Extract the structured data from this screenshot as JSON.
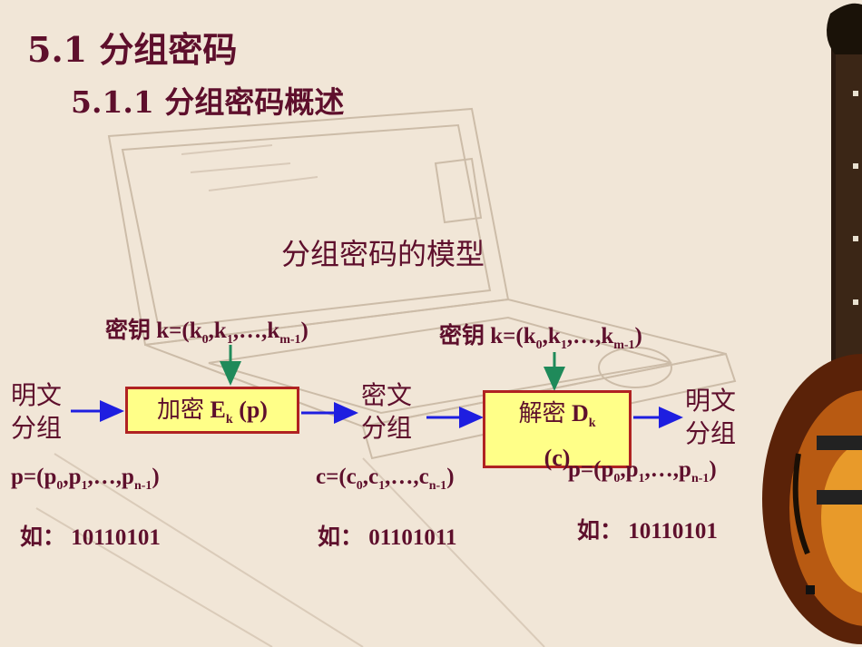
{
  "slide": {
    "title": "5.1  分组密码",
    "subtitle": "5.1.1  分组密码概述",
    "model_title": "分组密码的模型"
  },
  "key_left": {
    "label": "密钥",
    "expr": "k=(k",
    "s0": "0",
    "mid": ",k",
    "s1": "1",
    "dots": ",…,k",
    "sm": "m-1",
    "close": ")"
  },
  "key_right": {
    "label": "密钥",
    "expr": "k=(k",
    "s0": "0",
    "mid": ",k",
    "s1": "1",
    "dots": ",…,k",
    "sm": "m-1",
    "close": ")"
  },
  "plaintext_in": {
    "line1": "明文",
    "line2": "分组"
  },
  "ciphertext": {
    "line1": "密文",
    "line2": "分组"
  },
  "plaintext_out": {
    "line1": "明文",
    "line2": "分组"
  },
  "encrypt_box": {
    "cn": "加密",
    "letter": "E",
    "sub": "k",
    "arg": " (p)"
  },
  "decrypt_box": {
    "cn": "解密",
    "letter": "D",
    "sub": "k",
    "arg": "(c)"
  },
  "p_vector": {
    "pre": "p=(p",
    "s0": "0",
    "a": ",p",
    "s1": "1",
    "b": ",…,p",
    "sn": "n-1",
    "close": ")"
  },
  "c_vector": {
    "pre": "c=(c",
    "s0": "0",
    "a": ",c",
    "s1": "1",
    "b": ",…,c",
    "sn": "n-1",
    "close": ")"
  },
  "p_vector_out": {
    "pre": "p=(p",
    "s0": "0",
    "a": ",p",
    "s1": "1",
    "b": ",…,p",
    "sn": "n-1",
    "close": ")"
  },
  "example_left": {
    "label": "如：",
    "value": "10110101"
  },
  "example_mid": {
    "label": "如：",
    "value": "01101011"
  },
  "example_right": {
    "label": "如：",
    "value": "10110101"
  },
  "colors": {
    "text": "#5e0f2c",
    "box_fill": "#ffff88",
    "box_border": "#b02222",
    "arrow_blue": "#1e1ee0",
    "arrow_green": "#1f8a5a"
  }
}
